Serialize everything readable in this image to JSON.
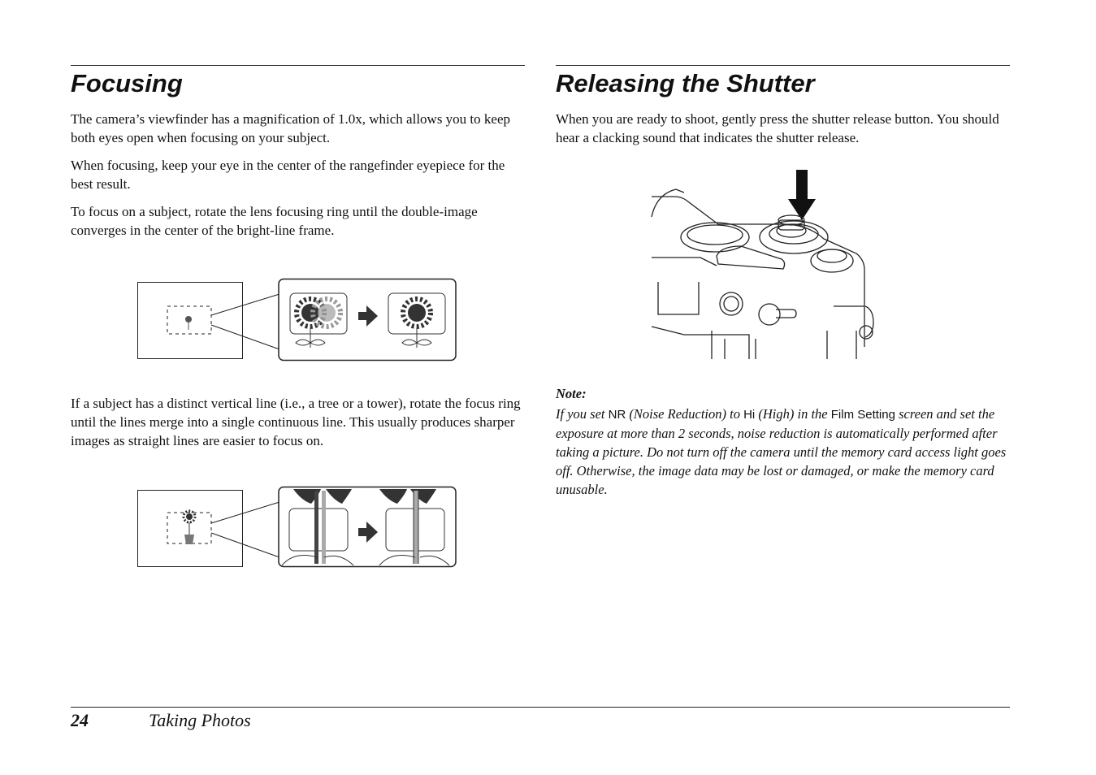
{
  "left": {
    "heading": "Focusing",
    "paragraphs": [
      "The camera’s viewfinder has a magnification of 1.0x, which allows you to keep both eyes open when focusing on your subject.",
      "When focusing, keep your eye in the center of the rangefinder eyepiece for the best result.",
      "To focus on a subject, rotate the lens focusing ring until the double-image converges in the center of the bright-line frame.",
      "If a subject has a distinct vertical line (i.e., a tree or a tower), rotate the focus ring until the lines merge into a single continuous line. This usually produces sharper images as straight lines are easier to focus on."
    ]
  },
  "right": {
    "heading": "Releasing the Shutter",
    "paragraph": "When you are ready to shoot, gently press the shutter release button. You should hear a clacking sound that indicates the shutter release.",
    "note": {
      "label": "Note:",
      "t1": "If you set ",
      "code1": "NR",
      "t2": " (Noise Reduction) to ",
      "code2": "Hi",
      "t3": " (High) in the ",
      "code3": "Film Setting",
      "t4": " screen and set the exposure at more than 2 seconds, noise reduction is automatically performed after taking a picture. Do not turn off the camera until the memory card access light goes off. Otherwise, the image data may be lost or damaged, or make the memory card unusable."
    }
  },
  "footer": {
    "page_number": "24",
    "section": "Taking Photos"
  }
}
